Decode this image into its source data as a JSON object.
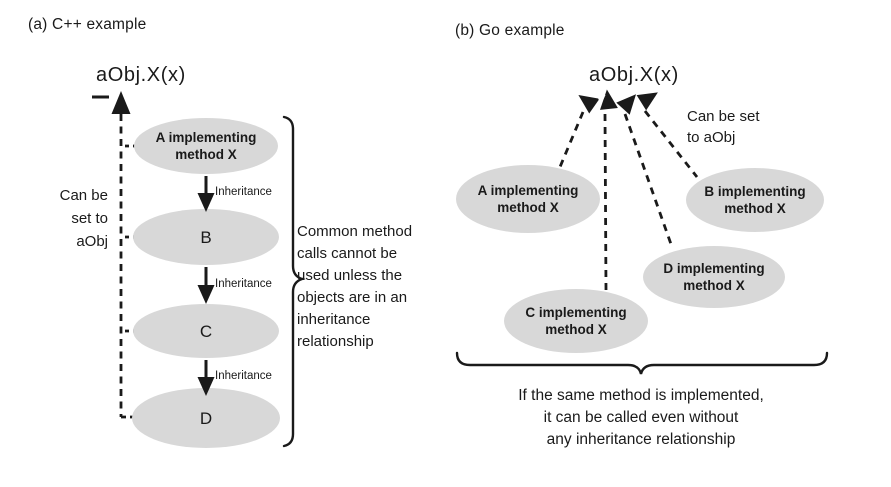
{
  "colors": {
    "ellipse_fill": "#d8d8d8",
    "ink": "#1a1a1a",
    "background": "#ffffff"
  },
  "panel_a": {
    "title": "(a) C++ example",
    "call_expression": "aObj.X(x)",
    "set_label": "Can be\nset to\naObj",
    "nodes": [
      {
        "label": "A implementing\nmethod X"
      },
      {
        "label": "B"
      },
      {
        "label": "C"
      },
      {
        "label": "D"
      }
    ],
    "edges": [
      {
        "label": "Inheritance"
      },
      {
        "label": "Inheritance"
      },
      {
        "label": "Inheritance"
      }
    ],
    "brace_note": "Common method\ncalls cannot be\nused unless the\nobjects are in an\ninheritance\nrelationship"
  },
  "panel_b": {
    "title": "(b) Go example",
    "call_expression": "aObj.X(x)",
    "set_label": "Can be set\nto aObj",
    "nodes": [
      {
        "label": "A implementing\nmethod X"
      },
      {
        "label": "B implementing\nmethod X"
      },
      {
        "label": "C implementing\nmethod X"
      },
      {
        "label": "D implementing\nmethod X"
      }
    ],
    "brace_note": "If the same method is implemented,\nit can be called even without\nany inheritance relationship"
  }
}
